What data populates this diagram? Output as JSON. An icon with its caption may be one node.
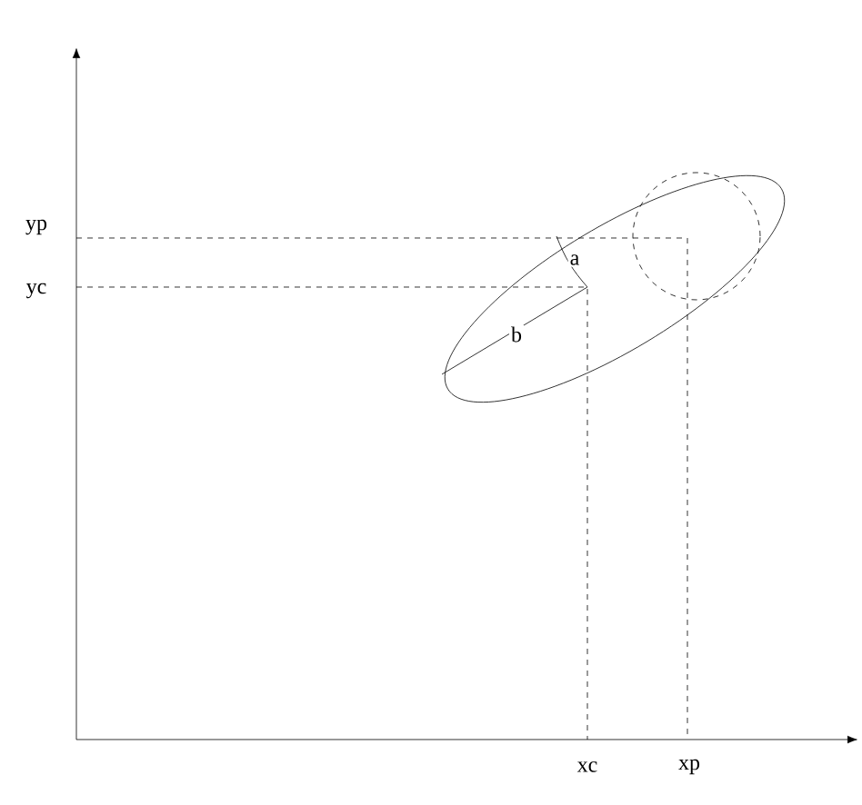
{
  "diagram": {
    "labels": [
      "yp",
      "yc",
      "a",
      "b",
      "xc",
      "xp"
    ]
  }
}
